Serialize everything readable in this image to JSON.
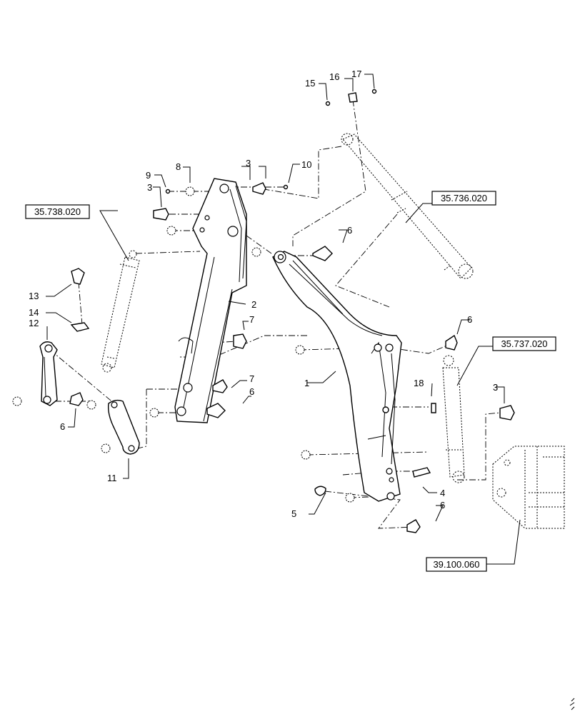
{
  "diagram": {
    "callouts": {
      "c1": "1",
      "c2": "2",
      "c3a": "3",
      "c3b": "3",
      "c3c": "3",
      "c4": "4",
      "c5": "5",
      "c6a": "6",
      "c6b": "6",
      "c6c": "6",
      "c6d": "6",
      "c6e": "6",
      "c7a": "7",
      "c7b": "7",
      "c8": "8",
      "c9": "9",
      "c10": "10",
      "c11": "11",
      "c12": "12",
      "c13": "13",
      "c14": "14",
      "c15": "15",
      "c16": "16",
      "c17": "17",
      "c18": "18"
    },
    "references": {
      "boom_cylinder": "35.736.020",
      "dipper_cylinder": "35.737.020",
      "bucket_cylinder": "35.738.020",
      "frame": "39.100.060"
    }
  }
}
